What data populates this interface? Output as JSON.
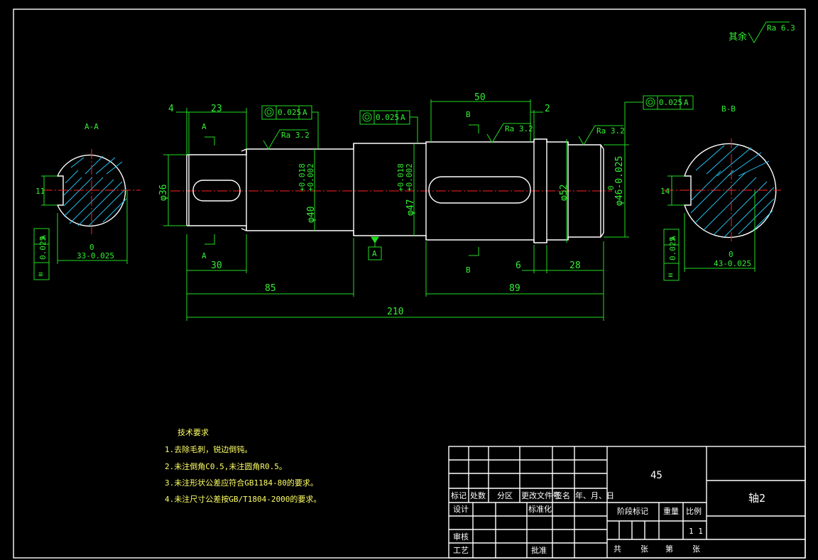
{
  "colors": {
    "background": "#000000",
    "outline": "#ffffff",
    "dimension": "#22dd22",
    "centerline": "#ff2222",
    "hatch": "#22ccff",
    "title_block": "#ffffff",
    "notes": "#ffff66"
  },
  "surface": {
    "other_label": "其余",
    "other_ra": "Ra 6.3",
    "ra32": "Ra 3.2"
  },
  "dims": {
    "d4": "4",
    "d23": "23",
    "d50": "50",
    "d2": "2",
    "d30": "30",
    "d6": "6",
    "d28": "28",
    "d85": "85",
    "d89": "89",
    "d210": "210",
    "phi36": "φ36",
    "phi40": "φ40",
    "phi40_up": "+0.018",
    "phi40_low": "+0.002",
    "phi47": "φ47",
    "phi47_up": "+0.018",
    "phi47_low": "+0.002",
    "phi52": "φ52",
    "phi46": "φ46-0.025",
    "phi46_up": "0"
  },
  "tolerance": {
    "value": "0.025",
    "datum": "A"
  },
  "datum_label": "A",
  "sections": {
    "aa": {
      "title": "A-A",
      "width": "11",
      "depth": "33-0.025",
      "depth_up": "0"
    },
    "bb": {
      "title": "B-B",
      "width": "14",
      "depth": "43-0.025",
      "depth_up": "0"
    },
    "a_mark": "A",
    "b_mark": "B"
  },
  "notes": {
    "title": "技术要求",
    "lines": [
      "1.去除毛刺，锐边倒钝。",
      "2.未注倒角C0.5,未注圆角R0.5。",
      "3.未注形状公差应符合GB1184-80的要求。",
      "4.未注尺寸公差按GB/T1804-2000的要求。"
    ]
  },
  "title_block": {
    "material": "45",
    "part_name": "轴2",
    "headers": [
      "标记",
      "处数",
      "分区",
      "更改文件号",
      "签名",
      "年、月、日"
    ],
    "design": "设计",
    "standardize": "标准化",
    "review": "审核",
    "process": "工艺",
    "approve": "批准",
    "stage": "阶段标记",
    "weight": "重量",
    "scale": "比例",
    "scale_value": "1 1",
    "total": "共",
    "sheets": "张",
    "sheet_no": "第",
    "sheet": "张"
  }
}
